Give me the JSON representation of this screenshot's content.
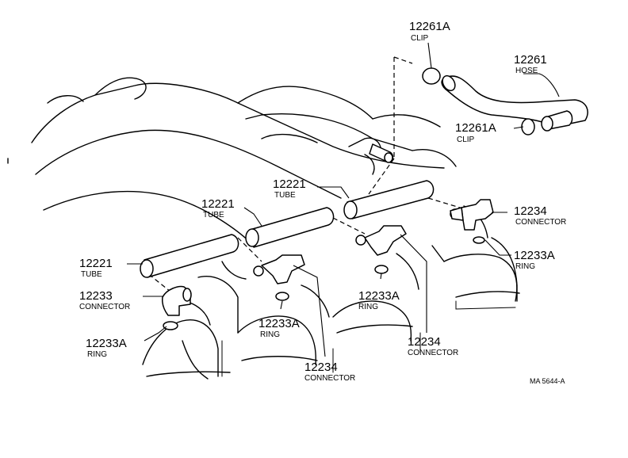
{
  "labels": {
    "clip_top": {
      "number": "12261A",
      "name": "CLIP"
    },
    "hose": {
      "number": "12261",
      "name": "HOSE"
    },
    "clip_mid": {
      "number": "12261A",
      "name": "CLIP"
    },
    "tube_right": {
      "number": "12221",
      "name": "TUBE"
    },
    "tube_mid": {
      "number": "12221",
      "name": "TUBE"
    },
    "tube_left": {
      "number": "12221",
      "name": "TUBE"
    },
    "conn_right": {
      "number": "12234",
      "name": "CONNECTOR"
    },
    "ring_right": {
      "number": "12233A",
      "name": "RING"
    },
    "ring_center": {
      "number": "12233A",
      "name": "RING"
    },
    "conn_center": {
      "number": "12234",
      "name": "CONNECTOR"
    },
    "conn_left": {
      "number": "12233",
      "name": "CONNECTOR"
    },
    "ring_left": {
      "number": "12233A",
      "name": "RING"
    },
    "ring_midleft": {
      "number": "12233A",
      "name": "RING"
    },
    "conn_bottom": {
      "number": "12234",
      "name": "CONNECTOR"
    }
  },
  "diagram_code": "MA 5644-A"
}
